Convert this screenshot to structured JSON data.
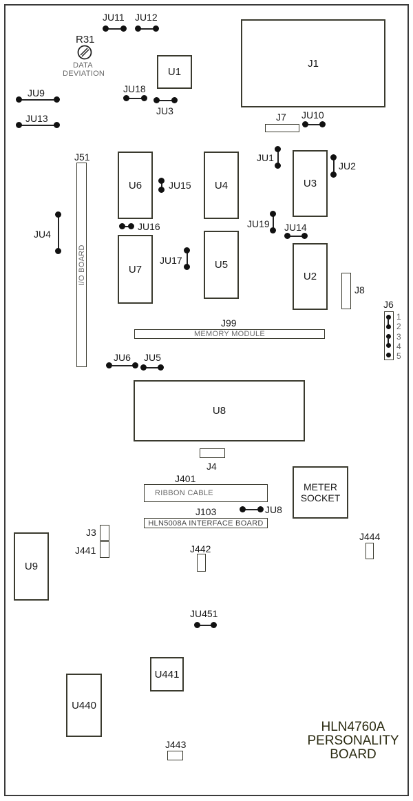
{
  "title": {
    "line1": "HLN4760A",
    "line2": "PERSONALITY",
    "line3": "BOARD"
  },
  "potentiometer": {
    "ref": "R31",
    "line1": "DATA",
    "line2": "DEVIATION"
  },
  "ics": {
    "U1": "U1",
    "U2": "U2",
    "U3": "U3",
    "U4": "U4",
    "U5": "U5",
    "U6": "U6",
    "U7": "U7",
    "U8": "U8",
    "U9": "U9",
    "U440": "U440",
    "U441": "U441"
  },
  "connectors": {
    "J1": "J1",
    "J3": "J3",
    "J4": "J4",
    "J6": "J6",
    "J7": "J7",
    "J8": "J8",
    "J51": {
      "ref": "J51",
      "desc": "I/O BOARD"
    },
    "J99": {
      "ref": "J99",
      "desc": "MEMORY MODULE"
    },
    "J103": {
      "ref": "J103",
      "desc": "HLN5008A INTERFACE BOARD"
    },
    "J401": {
      "ref": "J401",
      "desc": "RIBBON CABLE"
    },
    "J441": "J441",
    "J442": "J442",
    "J443": "J443",
    "J444": "J444"
  },
  "j6_pins": [
    "1",
    "2",
    "3",
    "4",
    "5"
  ],
  "meter_socket": {
    "line1": "METER",
    "line2": "SOCKET"
  },
  "jumpers": {
    "JU1": "JU1",
    "JU2": "JU2",
    "JU3": "JU3",
    "JU4": "JU4",
    "JU5": "JU5",
    "JU6": "JU6",
    "JU8": "JU8",
    "JU9": "JU9",
    "JU10": "JU10",
    "JU11": "JU11",
    "JU12": "JU12",
    "JU13": "JU13",
    "JU14": "JU14",
    "JU15": "JU15",
    "JU16": "JU16",
    "JU17": "JU17",
    "JU18": "JU18",
    "JU19": "JU19",
    "JU451": "JU451"
  }
}
